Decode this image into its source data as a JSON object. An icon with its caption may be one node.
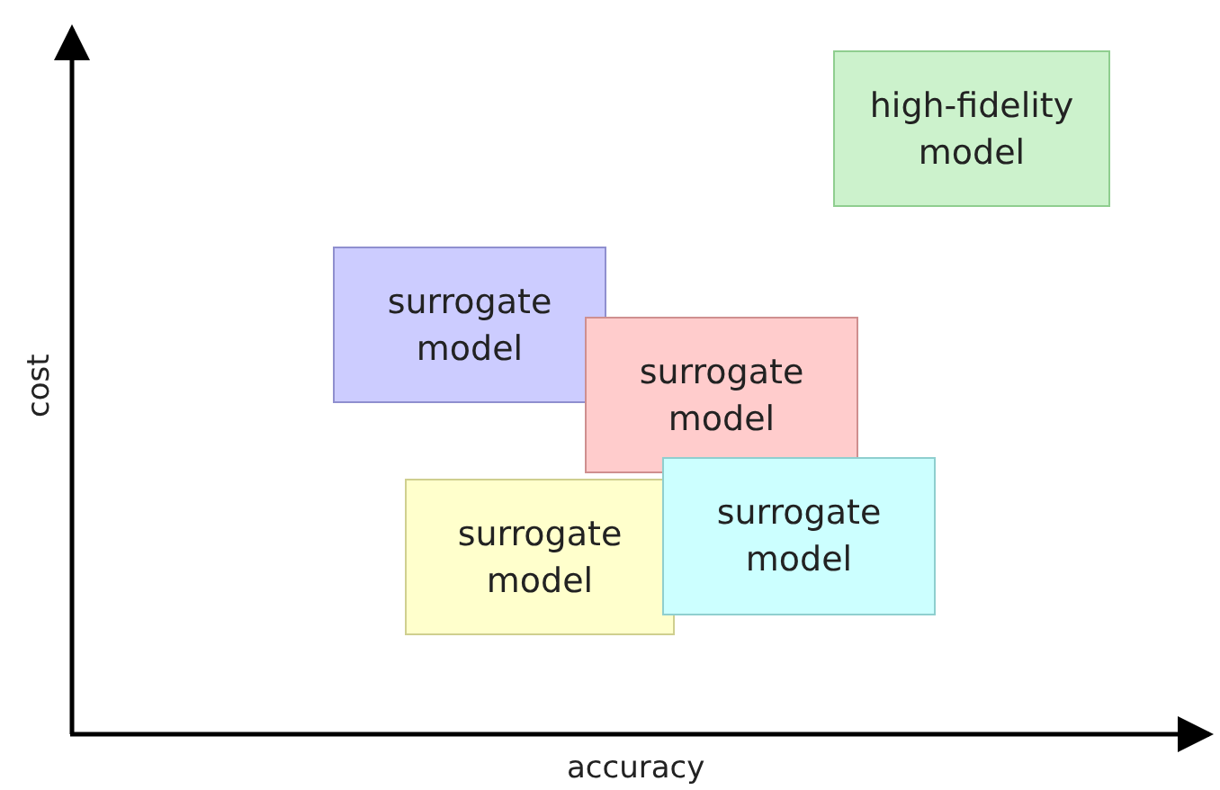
{
  "diagram": {
    "nodes": [
      {
        "text": [
          "high-fidelity model"
        ]
      },
      {
        "text": [
          "surrogate model"
        ]
      },
      {
        "text": [
          "surrogate model"
        ]
      },
      {
        "text": [
          "surrogate model"
        ]
      },
      {
        "text": [
          "surrogate model"
        ]
      }
    ],
    "edges": [],
    "labels": [
      "cost",
      "accuracy"
    ]
  }
}
